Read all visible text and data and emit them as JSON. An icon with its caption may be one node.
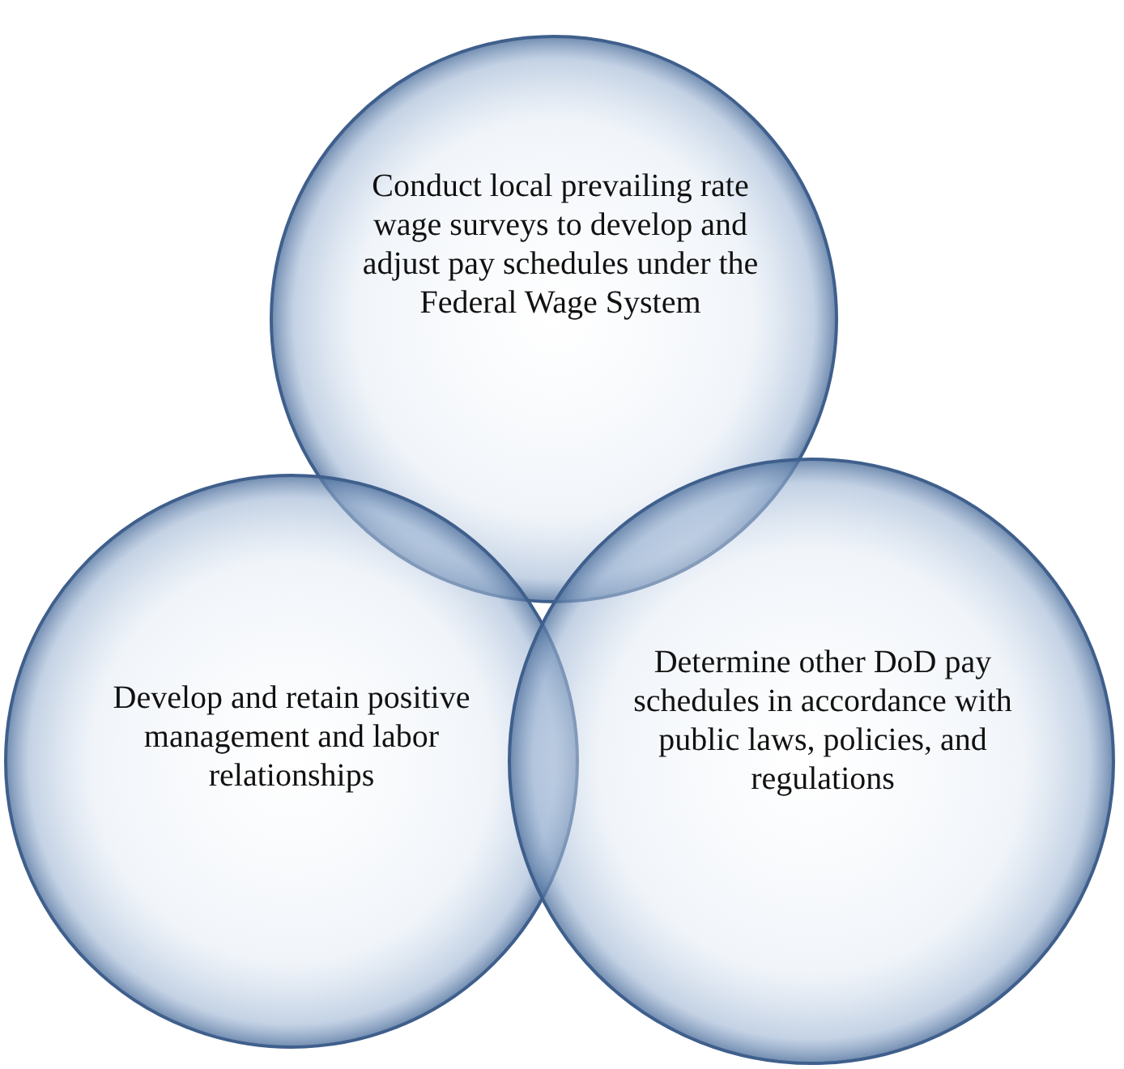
{
  "diagram": {
    "nodes": [
      {
        "text": [
          "Conduct local prevailing rate wage surveys to develop and adjust pay schedules under the Federal Wage System"
        ]
      },
      {
        "text": [
          "Develop and retain positive management and labor relationships"
        ]
      },
      {
        "text": [
          "Determine other DoD pay schedules in accordance with public laws, policies, and regulations"
        ]
      }
    ]
  }
}
